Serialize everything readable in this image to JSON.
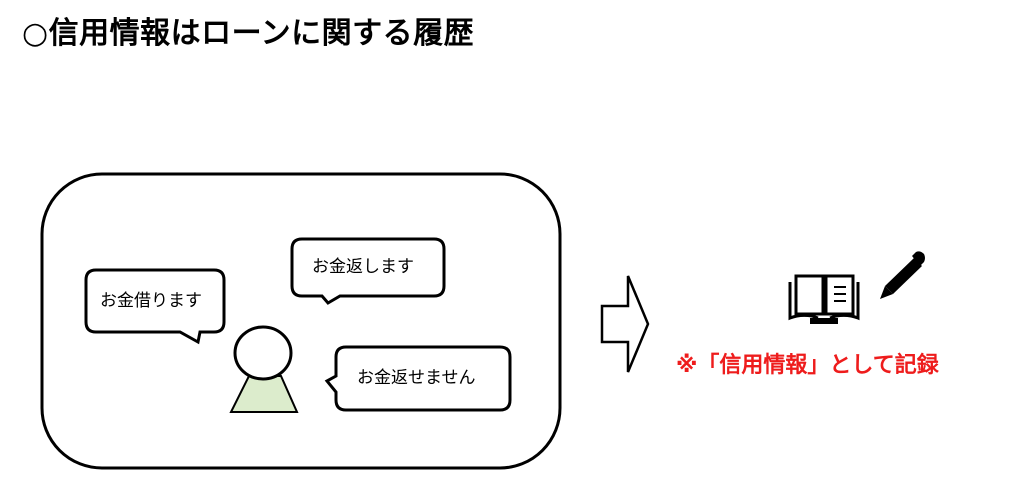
{
  "title": "○信用情報はローンに関する履歴",
  "bubbles": [
    {
      "text": "お金借ります"
    },
    {
      "text": "お金返します"
    },
    {
      "text": "お金返せません"
    }
  ],
  "note": "※「信用情報」として記録",
  "colors": {
    "accent": "#ee1c1c",
    "person_body": "#dceccc",
    "outline": "#000000"
  },
  "icons": {
    "book": "open-book-icon",
    "pen": "pen-icon",
    "arrow": "right-arrow-icon",
    "person": "person-icon"
  }
}
